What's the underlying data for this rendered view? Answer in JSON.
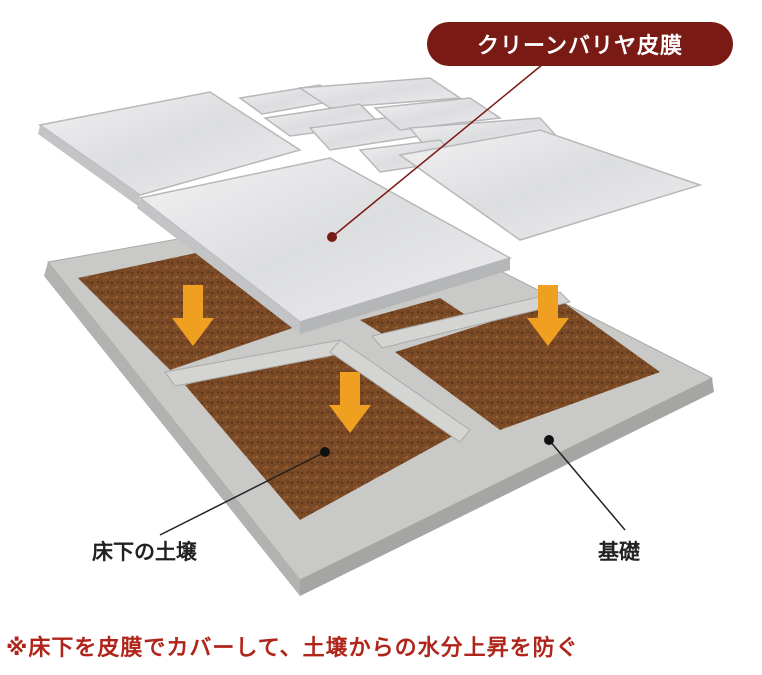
{
  "callouts": {
    "membrane": "クリーンバリヤ皮膜",
    "soil": "床下の土壌",
    "foundation": "基礎"
  },
  "note": "※床下を皮膜でカバーして、土壌からの水分上昇を防ぐ",
  "colors": {
    "pill_bg": "#7a1a14",
    "note_text": "#b0251b",
    "arrow": "#f0a020",
    "soil": "#7a4a26",
    "concrete": "#c9c9c7",
    "membrane": "#e3e4e6"
  },
  "icons": [
    "down-arrow-icon",
    "callout-dot-icon"
  ]
}
